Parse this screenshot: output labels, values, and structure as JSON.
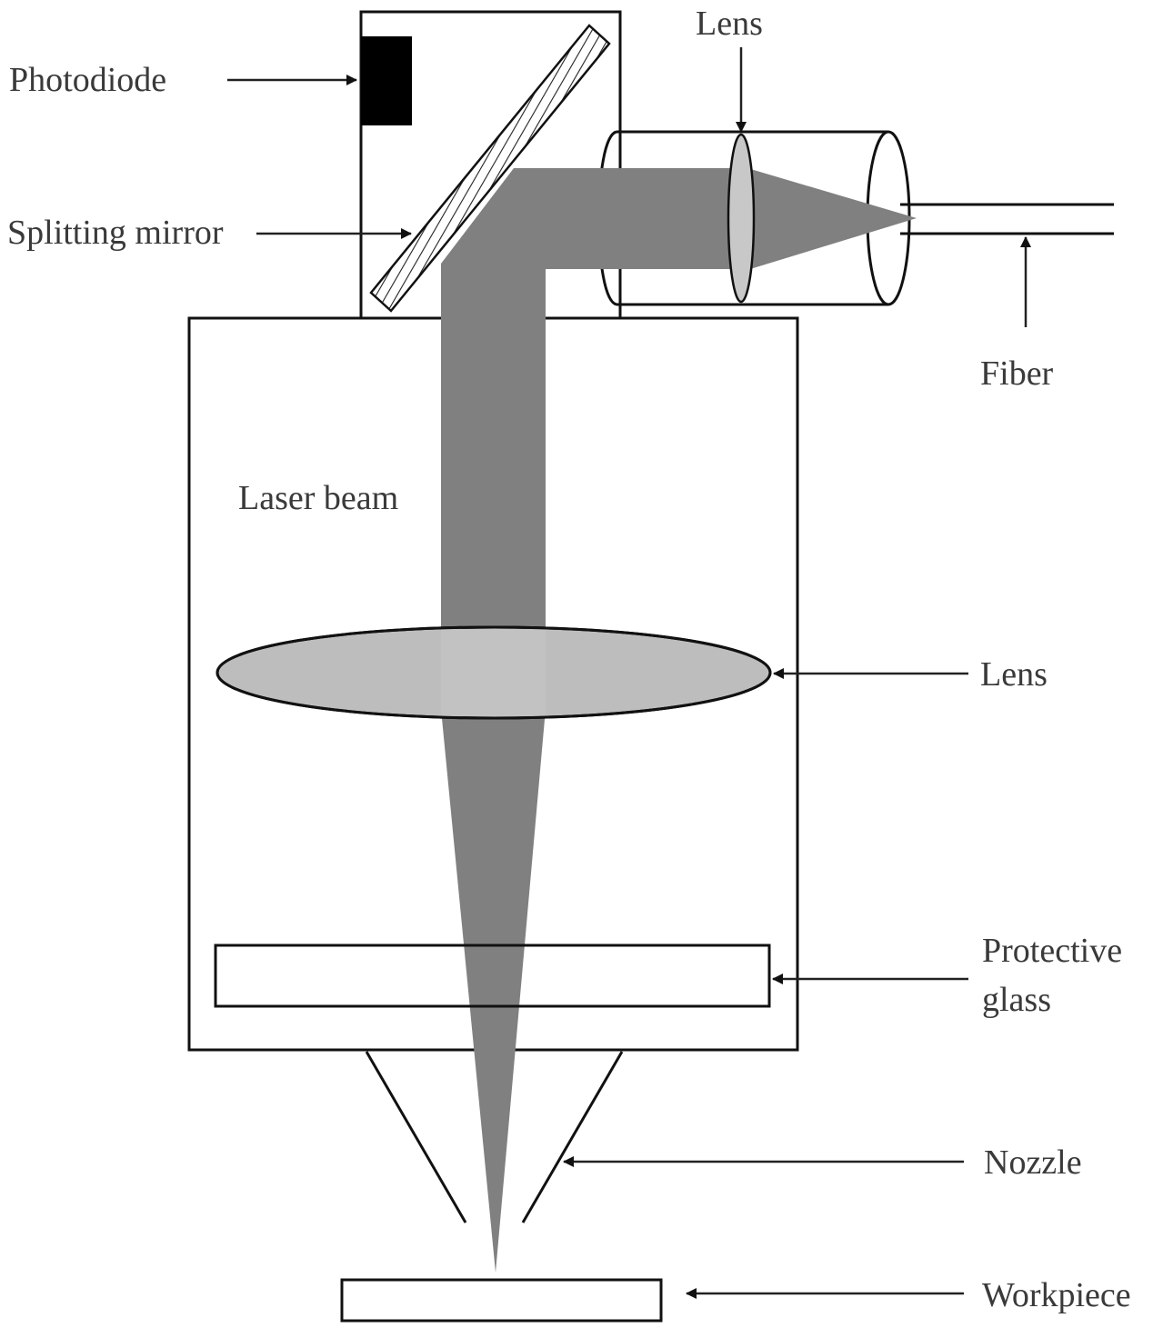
{
  "labels": {
    "photodiode": "Photodiode",
    "lens_top": "Lens",
    "splitting_mirror": "Splitting mirror",
    "fiber": "Fiber",
    "laser_beam": "Laser beam",
    "lens_main": "Lens",
    "protective_glass_line1": "Protective",
    "protective_glass_line2": "glass",
    "nozzle": "Nozzle",
    "workpiece": "Workpiece"
  },
  "colors": {
    "beam": "#808080",
    "lens_fill": "#bdbdbd",
    "photodiode": "#000000",
    "line": "#111111",
    "text": "#3a3a3a"
  }
}
